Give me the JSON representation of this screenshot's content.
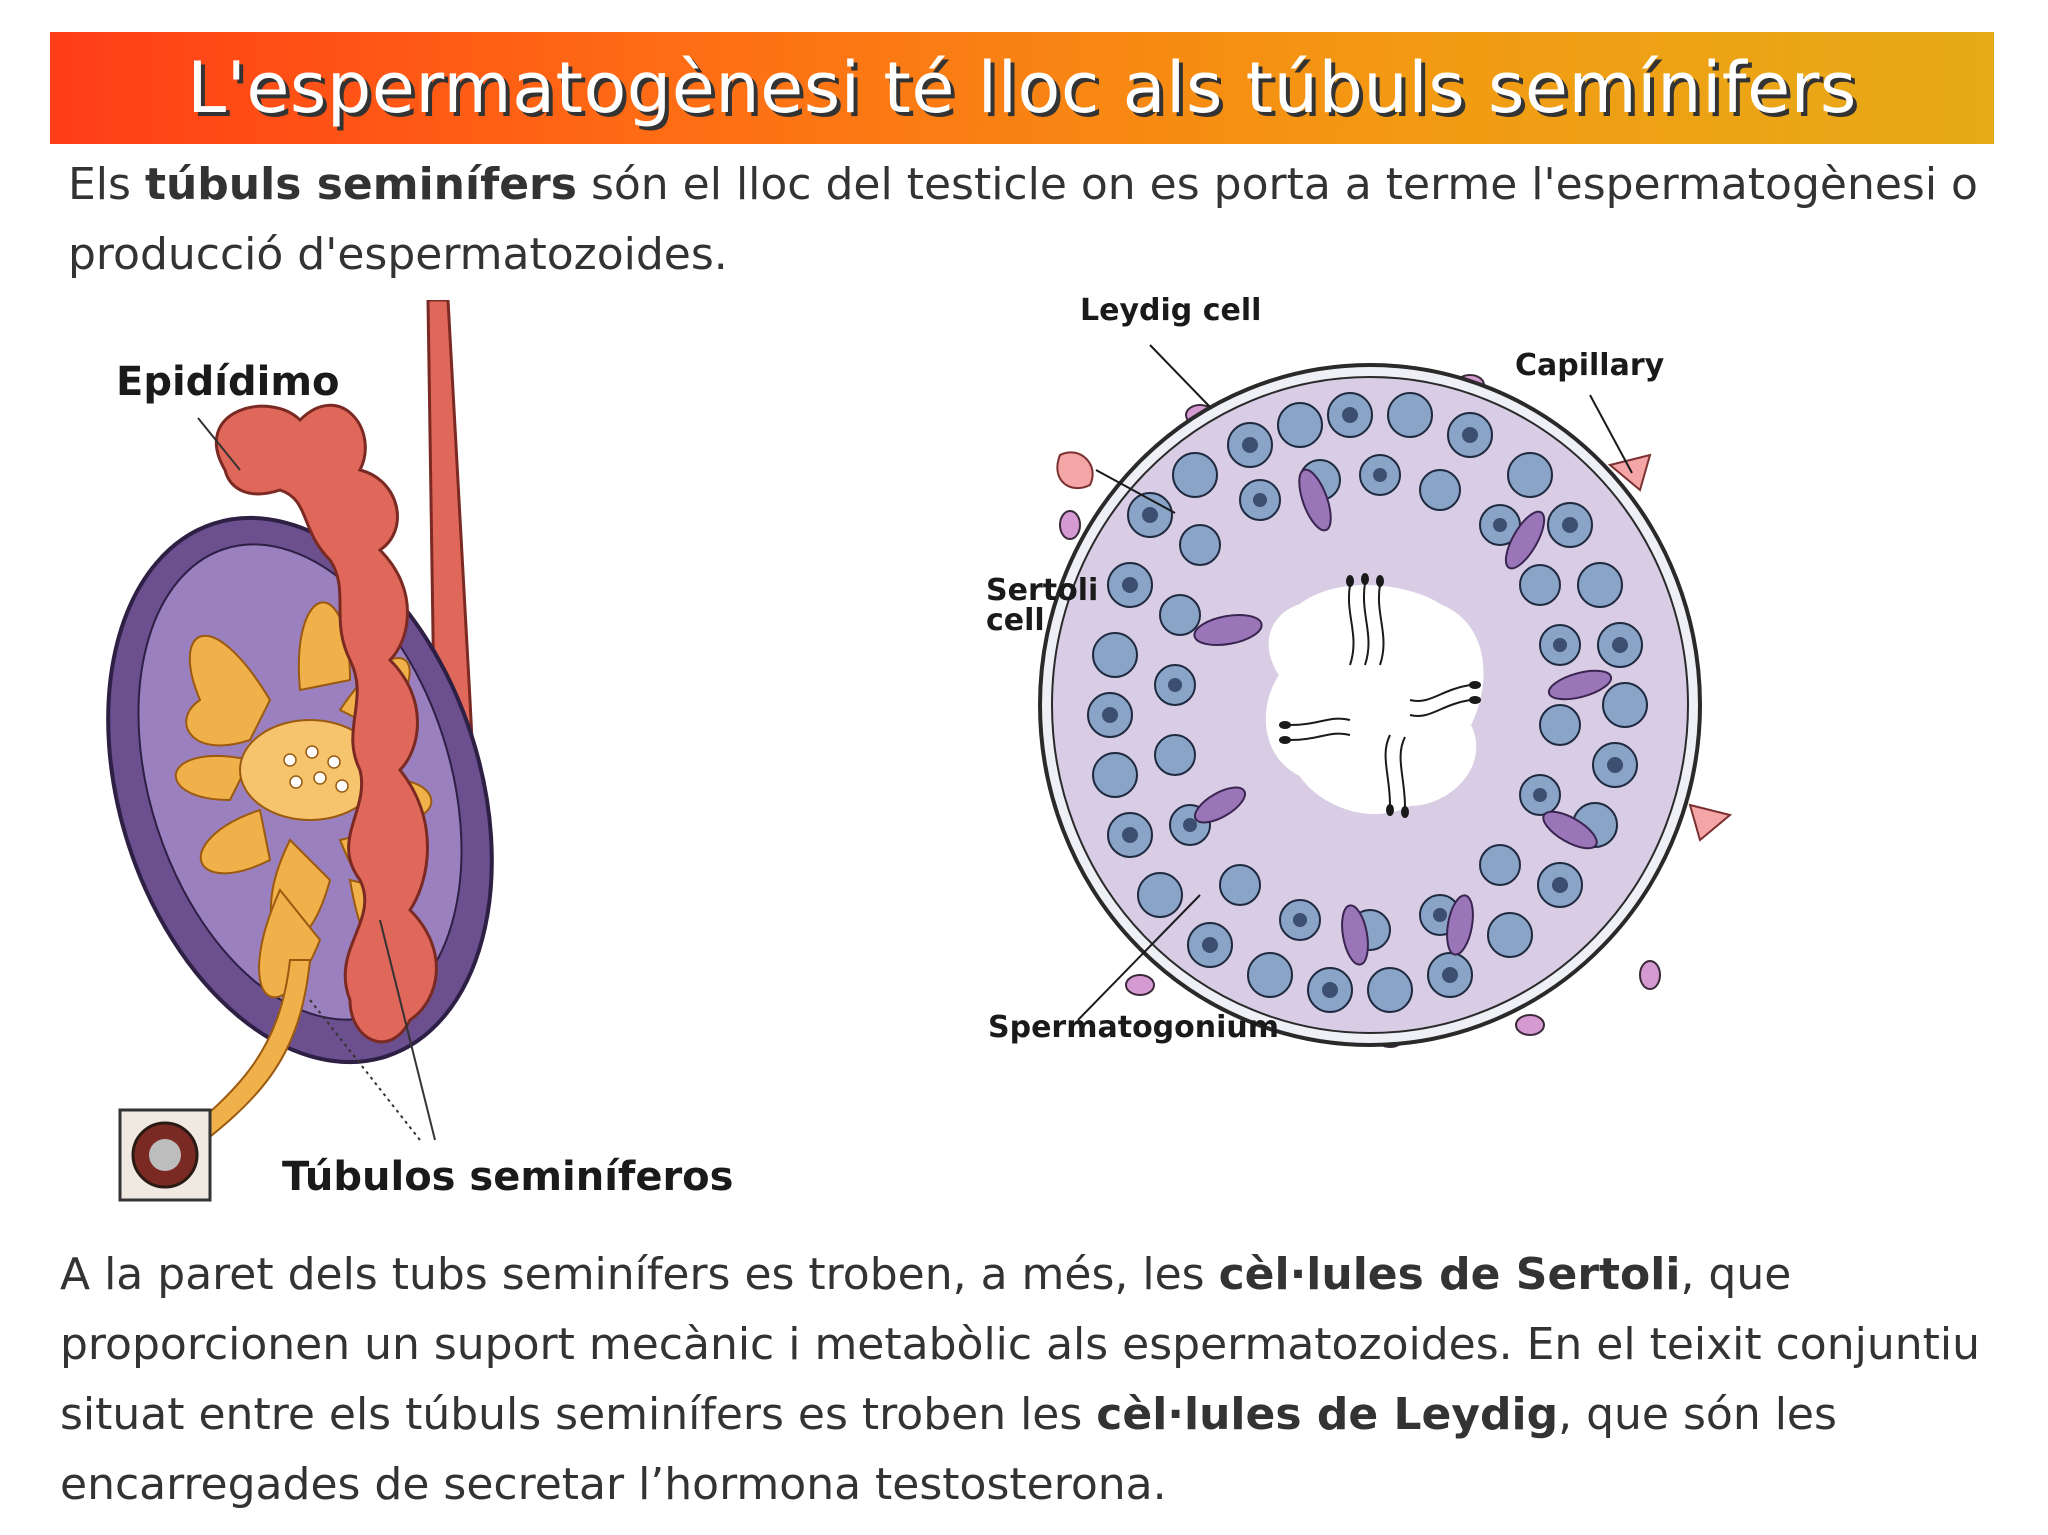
{
  "title": "L'espermatogènesi té lloc als túbuls semínifers",
  "intro": {
    "t1": "Els ",
    "b1": "túbuls seminífers",
    "t2": " són el lloc del testicle on es porta a terme l'espermatogènesi o producció d'espermatozoides."
  },
  "left_figure": {
    "label_epididymis": "Epidídimo",
    "label_tubules": "Túbulos seminíferos"
  },
  "right_figure": {
    "label_leydig": "Leydig cell",
    "label_capillary": "Capillary",
    "label_sertoli_1": "Sertoli",
    "label_sertoli_2": "cell",
    "label_spermatogonium": "Spermatogonium"
  },
  "bottom": {
    "t1": "A la paret dels tubs seminífers es troben, a més, les ",
    "b1": "cèl·lules de Sertoli",
    "t2": ", que proporcionen un suport mecànic i metabòlic als espermatozoides. En el teixit conjuntiu situat entre els túbuls seminífers es troben les ",
    "b2": "cèl·lules de Leydig",
    "t3": ", que són les encarregades de secretar l’hormona testosterona."
  },
  "colors": {
    "banner_start": "#ff3d17",
    "banner_end": "#e6ab17",
    "testis_purple": "#6b4f8e",
    "epididymis_red": "#e0685a",
    "tubule_yellow": "#f0b04a",
    "cell_blue": "#8aa4c8",
    "tubule_lumen_lilac": "#d8cde4",
    "capillary_pink": "#f4a6a6"
  }
}
